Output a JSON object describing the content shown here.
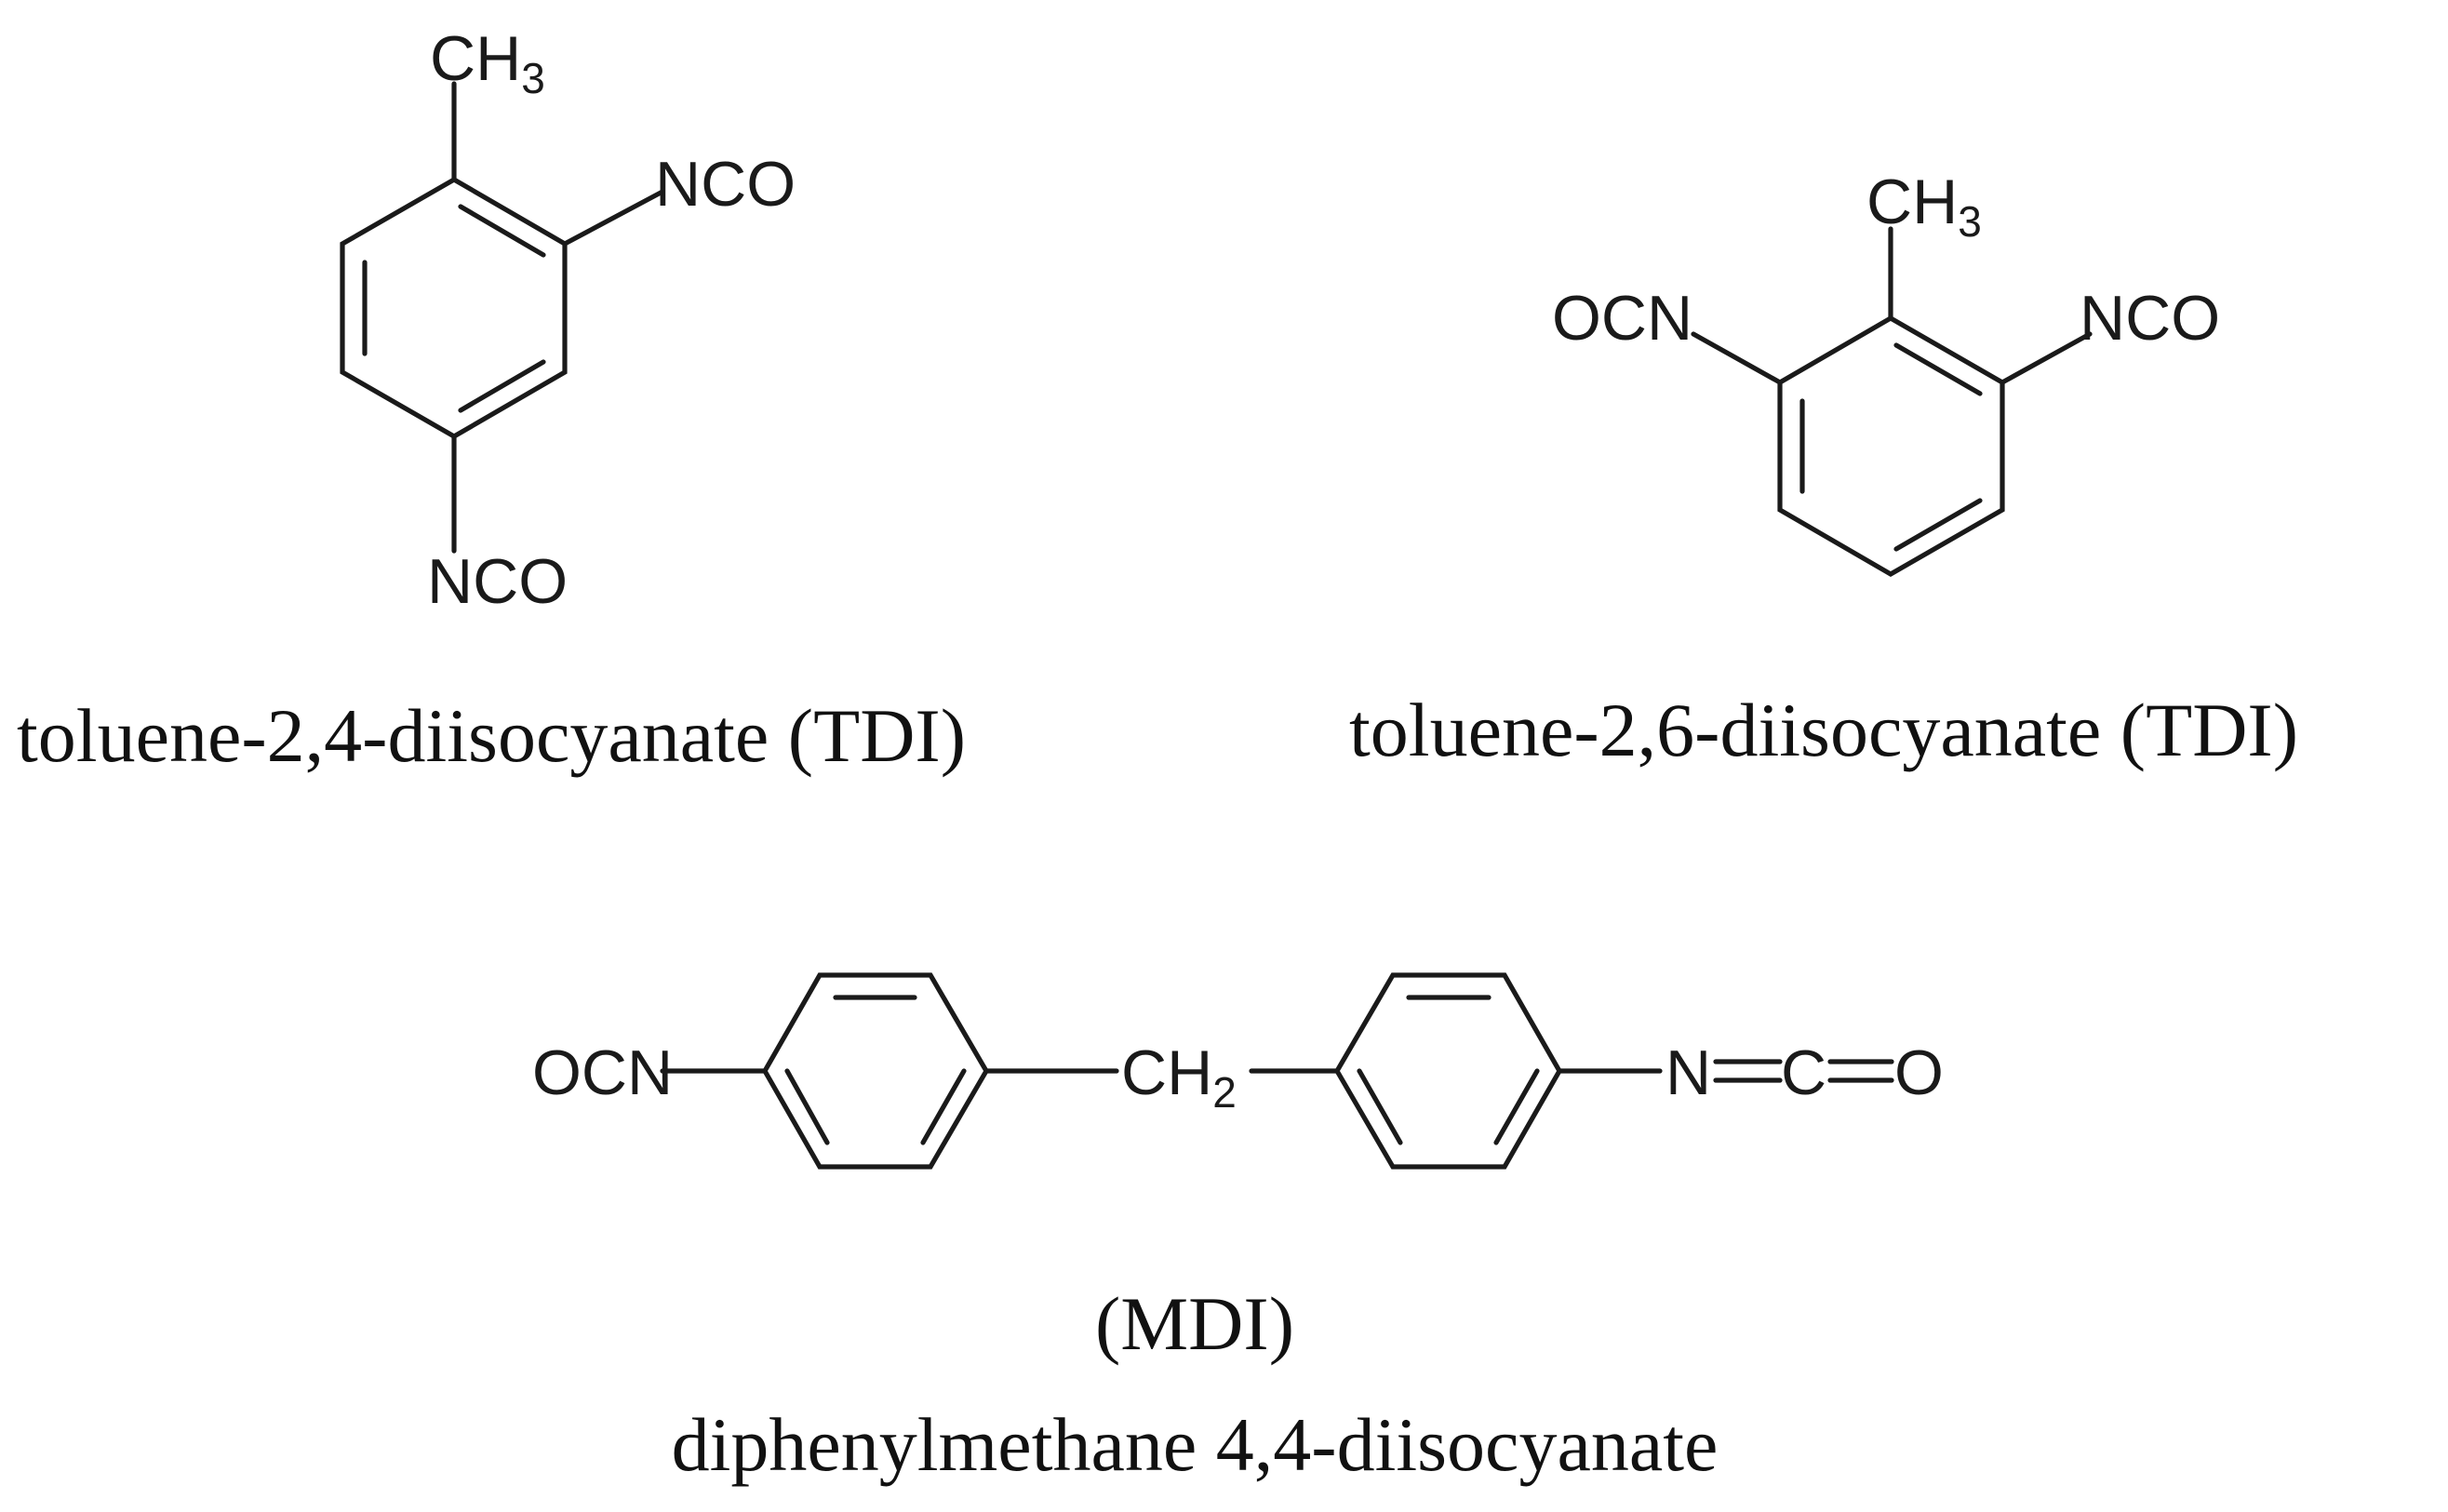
{
  "molecules": [
    {
      "id": "tdi-24",
      "labels": {
        "methyl_main": "CH",
        "methyl_sub": "3",
        "nco_ortho": "NCO",
        "nco_para": "NCO"
      },
      "caption": "toluene-2,4-diisocyanate (TDI)"
    },
    {
      "id": "tdi-26",
      "labels": {
        "methyl_main": "CH",
        "methyl_sub": "3",
        "nco_left": "OCN",
        "nco_right": "NCO"
      },
      "caption": "toluene-2,6-diisocyanate (TDI)"
    },
    {
      "id": "mdi",
      "labels": {
        "ocn": "OCN",
        "ch2_main": "CH",
        "ch2_sub": "2",
        "n": "N",
        "c": "C",
        "o": "O"
      },
      "caption_abbrev": "(MDI)",
      "caption": "diphenylmethane 4,4-diisocyanate"
    }
  ],
  "colors": {
    "stroke": "#1a1a1a",
    "text": "#111111",
    "background": "#ffffff"
  }
}
